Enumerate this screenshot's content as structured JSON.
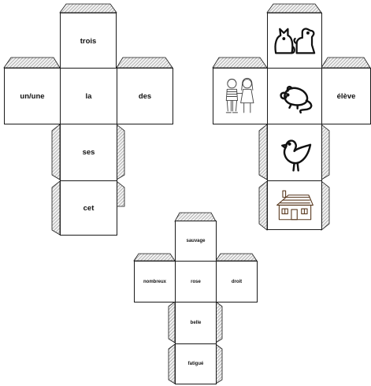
{
  "colors": {
    "hatch": "#9a9a9a",
    "outline": "#1a1a1a",
    "face": "#ffffff"
  },
  "net_words": {
    "top": "trois",
    "left": "un/une",
    "center": "la",
    "right": "des",
    "lower": "ses",
    "bottom": "cet"
  },
  "net_pictures": {
    "top": "cat-and-dog-icon",
    "left": "boy-and-girl-icon",
    "center": "mouse-icon",
    "right_word": "élève",
    "lower": "bird-icon",
    "bottom": "house-icon"
  },
  "net_adjectives": {
    "top": "sauvage",
    "left": "nombreux",
    "center": "rose",
    "right": "droit",
    "lower": "belle",
    "bottom": "fatigué"
  }
}
